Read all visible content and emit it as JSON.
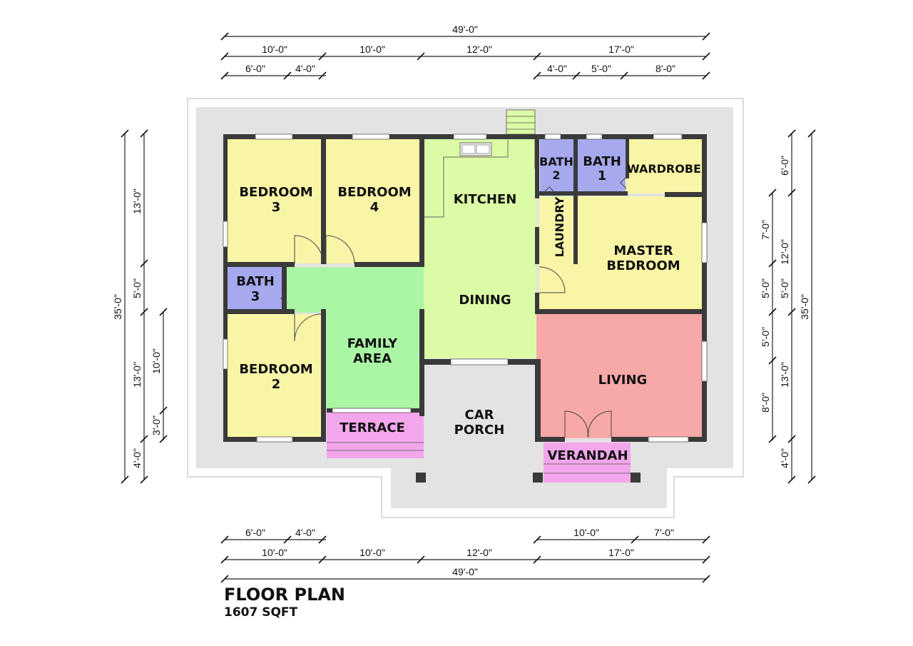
{
  "title": "FLOOR PLAN",
  "subtitle": "1607 SQFT",
  "rooms": {
    "bedroom3": [
      "BEDROOM",
      "3"
    ],
    "bedroom4": [
      "BEDROOM",
      "4"
    ],
    "kitchen": [
      "KITCHEN"
    ],
    "bath2": [
      "BATH",
      "2"
    ],
    "bath1": [
      "BATH",
      "1"
    ],
    "wardrobe": [
      "WARDROBE"
    ],
    "laundry": [
      "LAUNDRY"
    ],
    "master": [
      "MASTER",
      "BEDROOM"
    ],
    "bath3": [
      "BATH",
      "3"
    ],
    "dining": [
      "DINING"
    ],
    "family": [
      "FAMILY",
      "AREA"
    ],
    "bedroom2": [
      "BEDROOM",
      "2"
    ],
    "living": [
      "LIVING"
    ],
    "terrace": [
      "TERRACE"
    ],
    "carporch": [
      "CAR",
      "PORCH"
    ],
    "verandah": [
      "VERANDAH"
    ]
  },
  "colors": {
    "bedroom": "#f9f5a6",
    "bath": "#a7a9ee",
    "laundry": "#a8f2f3",
    "kitchen_dining": "#dcfba6",
    "family": "#abf6a5",
    "living": "#f7a9a8",
    "terrace": "#f3a6ec",
    "site": "#e3e3e3",
    "wall": "#3a3a3a"
  },
  "dimensions": {
    "top_overall": "49'-0\"",
    "top_row2": [
      "10'-0\"",
      "10'-0\"",
      "12'-0\"",
      "17'-0\""
    ],
    "top_row3": [
      "6'-0\"",
      "4'-0\"",
      "4'-0\"",
      "5'-0\"",
      "8'-0\""
    ],
    "bottom_row1": [
      "6'-0\"",
      "4'-0\"",
      "10'-0\"",
      "7'-0\""
    ],
    "bottom_row2": [
      "10'-0\"",
      "10'-0\"",
      "12'-0\"",
      "17'-0\""
    ],
    "bottom_overall": "49'-0\"",
    "left_overall": "35'-0\"",
    "left_row2": [
      "13'-0\"",
      "5'-0\"",
      "13'-0\"",
      "4'-0\""
    ],
    "left_row3": [
      "10'-0\"",
      "3'-0\""
    ],
    "right_overall": "35'-0\"",
    "right_row2": [
      "6'-0\"",
      "12'-0\"",
      "5'-0\"",
      "13'-0\"",
      "4'-0\""
    ],
    "right_row3": [
      "7'-0\"",
      "5'-0\"",
      "5'-0\"",
      "8'-0\""
    ]
  }
}
